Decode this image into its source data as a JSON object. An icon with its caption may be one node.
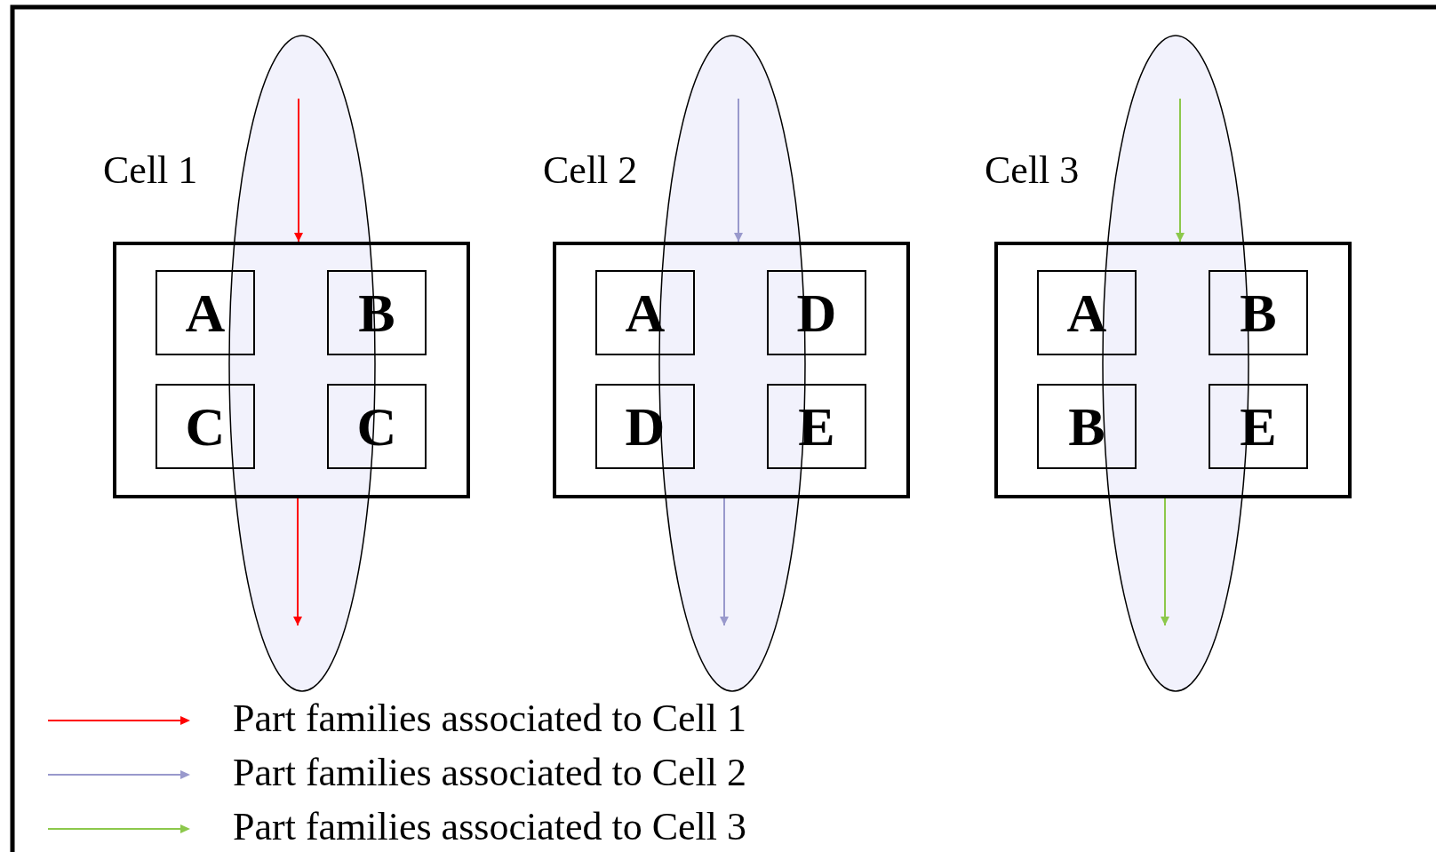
{
  "diagram": {
    "nodes": [
      {
        "text": [
          "Cell 1"
        ]
      },
      {
        "text": [
          "A"
        ],
        "in": 0
      },
      {
        "text": [
          "B"
        ],
        "in": 0
      },
      {
        "text": [
          "C"
        ],
        "in": 0
      },
      {
        "text": [
          "C"
        ],
        "in": 0
      },
      {
        "text": [
          "Cell 2"
        ]
      },
      {
        "text": [
          "A"
        ],
        "in": 5
      },
      {
        "text": [
          "D"
        ],
        "in": 5
      },
      {
        "text": [
          "D"
        ],
        "in": 5
      },
      {
        "text": [
          "E"
        ],
        "in": 5
      },
      {
        "text": [
          "Cell 3"
        ]
      },
      {
        "text": [
          "A"
        ],
        "in": 10
      },
      {
        "text": [
          "B"
        ],
        "in": 10
      },
      {
        "text": [
          "B"
        ],
        "in": 10
      },
      {
        "text": [
          "E"
        ],
        "in": 10
      }
    ],
    "edges": [
      {
        "from": null,
        "to": 0,
        "arrow": "to",
        "color": "#ff0000"
      },
      {
        "from": 0,
        "to": null,
        "arrow": "to",
        "color": "#ff0000"
      },
      {
        "from": null,
        "to": 5,
        "arrow": "to",
        "color": "#9999cc"
      },
      {
        "from": 5,
        "to": null,
        "arrow": "to",
        "color": "#9999cc"
      },
      {
        "from": null,
        "to": 10,
        "arrow": "to",
        "color": "#8cc84b"
      },
      {
        "from": 10,
        "to": null,
        "arrow": "to",
        "color": "#8cc84b"
      }
    ],
    "legend": [
      {
        "text": "Part families associated to Cell 1",
        "color": "#ff0000"
      },
      {
        "text": "Part families associated to Cell 2",
        "color": "#9999cc"
      },
      {
        "text": "Part families associated to Cell 3",
        "color": "#8cc84b"
      }
    ]
  }
}
